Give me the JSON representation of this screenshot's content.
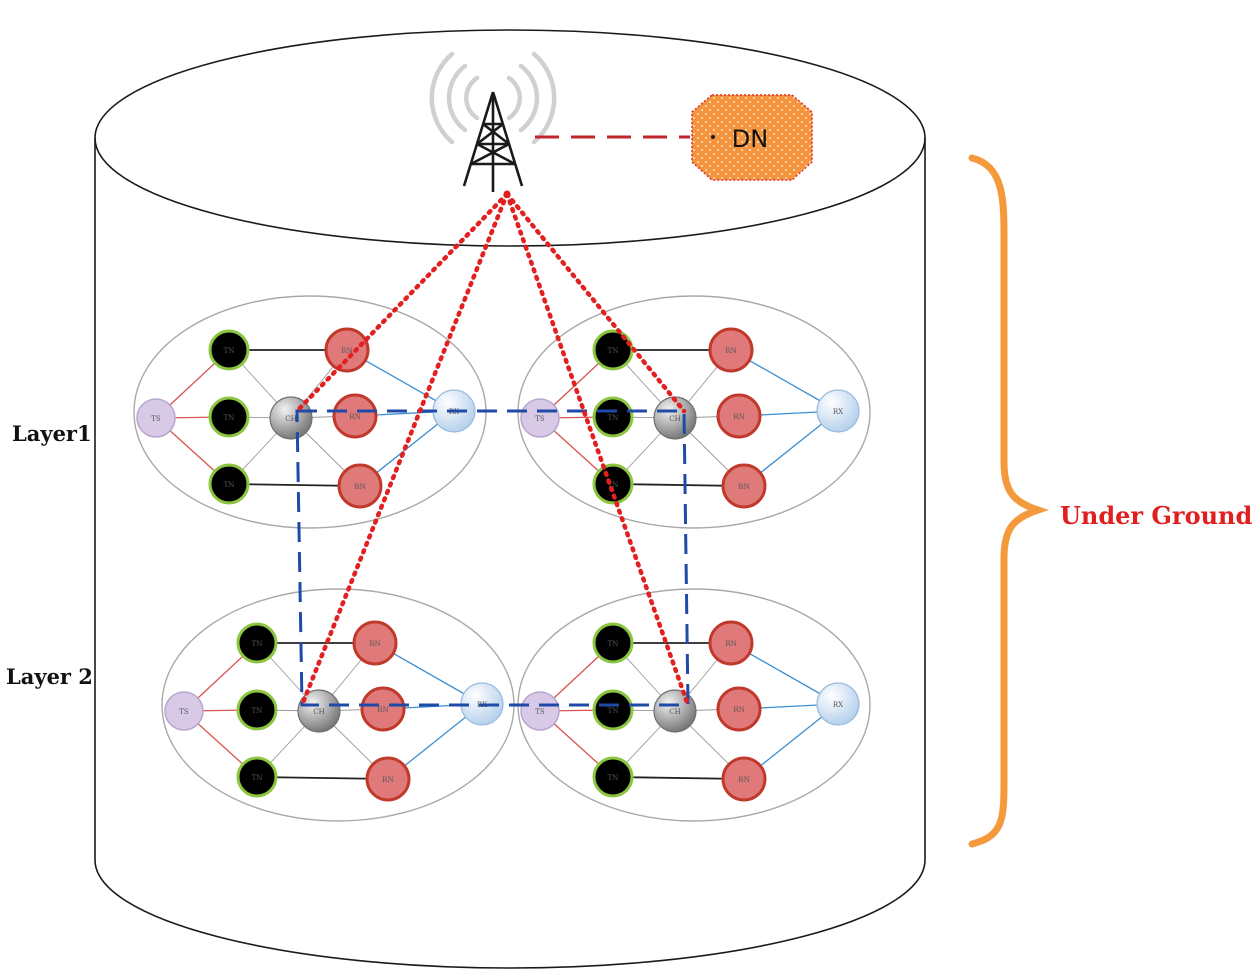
{
  "labels": {
    "dn": "DN",
    "layer1": "Layer1",
    "layer2": "Layer 2",
    "under_ground": "Under Ground"
  },
  "node_labels": {
    "tn": "TN",
    "rn": "RN",
    "ch": "CH",
    "ts": "TS",
    "rx": "RX"
  },
  "colors": {
    "dn_fill": "#f4943c",
    "brace": "#f59a3c",
    "under_ground_text": "#e02020",
    "dotted_link": "#e32020",
    "dn_link": "#c0262b",
    "cluster_link": "#1f4aa8",
    "tn_pale_fill": "#dceaf8",
    "tn_cyan_fill": "#a9e3ef",
    "tn_stroke": "#8cc63f",
    "rn_fill": "#e07a7a",
    "rn_stroke": "#c0392b",
    "ts_fill": "#d8c9e6",
    "ch_fill": "#9a9a9a",
    "rx_fill": "#d4e6f6"
  },
  "icons": {
    "tower": "antenna-tower-icon"
  }
}
